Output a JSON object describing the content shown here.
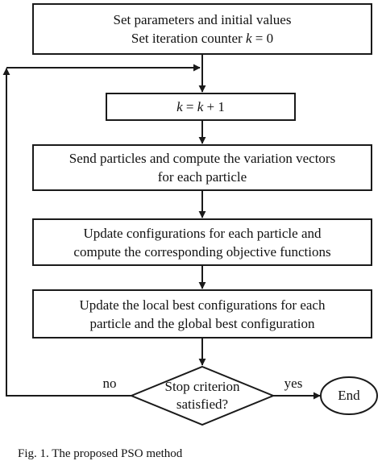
{
  "nodes": {
    "init": {
      "line1": "Set parameters and initial values",
      "line2_prefix": "Set iteration counter ",
      "line2_var": "k",
      "line2_suffix": " = 0"
    },
    "increment": {
      "var_a": "k",
      "mid": " = ",
      "var_b": "k",
      "suffix": " + 1"
    },
    "send": {
      "line1": "Send particles and compute the variation vectors",
      "line2": "for each particle"
    },
    "update_config": {
      "line1": "Update configurations for each particle and",
      "line2": "compute the corresponding objective functions"
    },
    "update_best": {
      "line1": "Update the local best configurations for each",
      "line2": "particle and the global best configuration"
    },
    "decision": {
      "line1": "Stop criterion",
      "line2": "satisfied?"
    },
    "end": {
      "label": "End"
    }
  },
  "edges": {
    "no_label": "no",
    "yes_label": "yes"
  },
  "caption": "Fig. 1.  The proposed PSO method"
}
